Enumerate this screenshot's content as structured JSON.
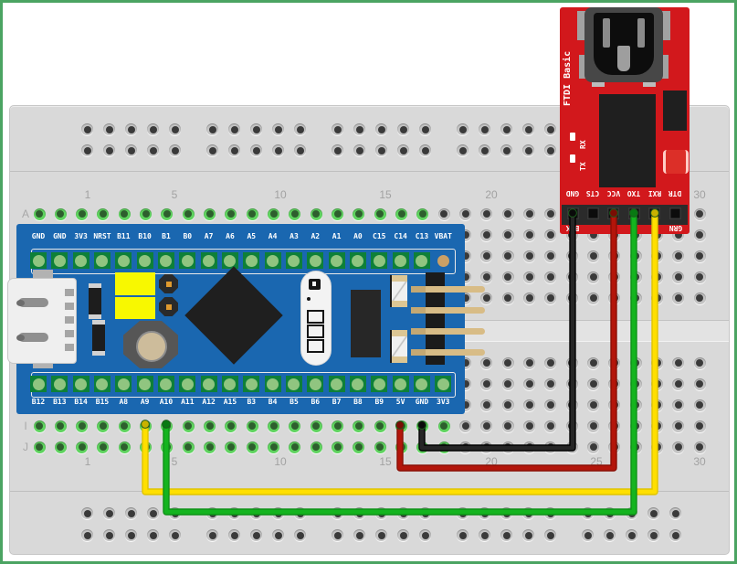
{
  "colors": {
    "frame": "#4ba462",
    "breadboard": "#d9d9d9",
    "stm32_pcb": "#1a67b0",
    "ftdi_pcb": "#d2181c"
  },
  "breadboard": {
    "column_numbers": [
      "1",
      "5",
      "10",
      "15",
      "20",
      "25",
      "30"
    ],
    "row_letters": [
      "A",
      "I",
      "J"
    ]
  },
  "stm32": {
    "top_pins": [
      "GND",
      "GND",
      "3V3",
      "NRST",
      "B11",
      "B10",
      "B1",
      "B0",
      "A7",
      "A6",
      "A5",
      "A4",
      "A3",
      "A2",
      "A1",
      "A0",
      "C15",
      "C14",
      "C13",
      "VBAT"
    ],
    "bottom_pins": [
      "B12",
      "B13",
      "B14",
      "B15",
      "A8",
      "A9",
      "A10",
      "A11",
      "A12",
      "A15",
      "B3",
      "B4",
      "B5",
      "B6",
      "B7",
      "B8",
      "B9",
      "5V",
      "GND",
      "3V3"
    ]
  },
  "ftdi": {
    "title": "FTDI Basic",
    "led_labels": [
      "RX",
      "TX"
    ],
    "pin_labels": [
      "GND",
      "CTS",
      "VCC",
      "TXO",
      "RXI",
      "DTR"
    ],
    "edge_label_left": "BLK",
    "edge_label_right": "GRN"
  },
  "wires": [
    {
      "name": "wire-red-5v",
      "from_pin": "5V",
      "to_pin": "VCC",
      "color": "#b3150a",
      "edge": "#8a0f05",
      "cap": "#7a0d04"
    },
    {
      "name": "wire-black-gnd",
      "from_pin": "GND",
      "to_pin": "GND",
      "color": "#262626",
      "edge": "#000000",
      "cap": "#0a0a0a"
    },
    {
      "name": "wire-yellow-a9",
      "from_pin": "A9",
      "to_pin": "RXI",
      "color": "#ffdf00",
      "edge": "#e0c400",
      "cap": "#c9b200"
    },
    {
      "name": "wire-green-a10",
      "from_pin": "A10",
      "to_pin": "TXO",
      "color": "#14b41f",
      "edge": "#0d9117",
      "cap": "#087a12"
    }
  ]
}
